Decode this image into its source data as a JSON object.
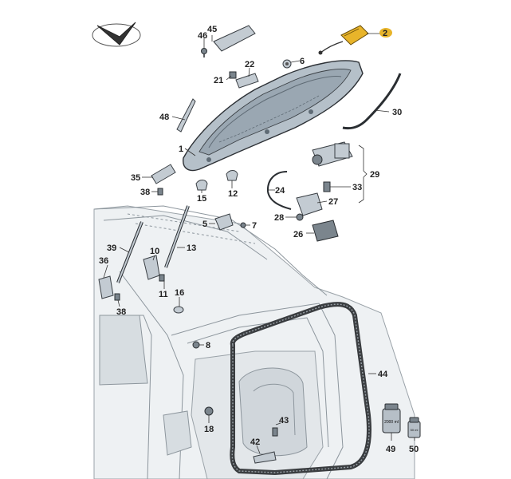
{
  "diagram": {
    "callouts": [
      {
        "id": "1",
        "label": "1"
      },
      {
        "id": "2",
        "label": "2"
      },
      {
        "id": "5",
        "label": "5"
      },
      {
        "id": "6",
        "label": "6"
      },
      {
        "id": "7",
        "label": "7"
      },
      {
        "id": "8",
        "label": "8"
      },
      {
        "id": "10",
        "label": "10"
      },
      {
        "id": "11",
        "label": "11"
      },
      {
        "id": "12",
        "label": "12"
      },
      {
        "id": "13",
        "label": "13"
      },
      {
        "id": "15",
        "label": "15"
      },
      {
        "id": "16",
        "label": "16"
      },
      {
        "id": "18",
        "label": "18"
      },
      {
        "id": "21",
        "label": "21"
      },
      {
        "id": "22",
        "label": "22"
      },
      {
        "id": "24",
        "label": "24"
      },
      {
        "id": "26",
        "label": "26"
      },
      {
        "id": "27",
        "label": "27"
      },
      {
        "id": "28",
        "label": "28"
      },
      {
        "id": "29",
        "label": "29"
      },
      {
        "id": "30",
        "label": "30"
      },
      {
        "id": "33",
        "label": "33"
      },
      {
        "id": "35",
        "label": "35"
      },
      {
        "id": "36",
        "label": "36"
      },
      {
        "id": "38a",
        "label": "38"
      },
      {
        "id": "38b",
        "label": "38"
      },
      {
        "id": "39",
        "label": "39"
      },
      {
        "id": "42",
        "label": "42"
      },
      {
        "id": "43",
        "label": "43"
      },
      {
        "id": "44",
        "label": "44"
      },
      {
        "id": "45",
        "label": "45"
      },
      {
        "id": "46",
        "label": "46"
      },
      {
        "id": "48",
        "label": "48"
      },
      {
        "id": "49",
        "label": "49"
      },
      {
        "id": "50",
        "label": "50"
      }
    ],
    "containers": {
      "part49_label": "2000 ml",
      "part50_label": "50 ml"
    },
    "colors": {
      "highlight_part": "#e8b42a",
      "highlight_marker": "#e8b42a",
      "part_fill": "#c3cbd2"
    }
  }
}
